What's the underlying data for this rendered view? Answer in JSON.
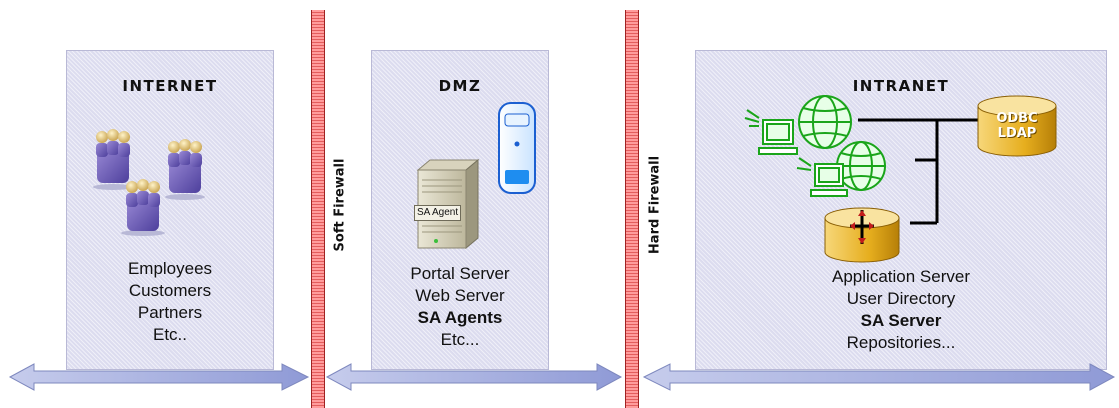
{
  "zones": {
    "internet": {
      "title": "INTERNET",
      "lines": [
        "Employees",
        "Customers",
        "Partners",
        "Etc.."
      ]
    },
    "dmz": {
      "title": "DMZ",
      "server_tag": "SA Agent",
      "lines": [
        "Portal Server",
        "Web Server",
        "SA Agents",
        "Etc..."
      ]
    },
    "intranet": {
      "title": "INTRANET",
      "database_label_1": "ODBC",
      "database_label_2": "LDAP",
      "lines": [
        "Application Server",
        "User Directory",
        "SA Server",
        "Repositories..."
      ]
    }
  },
  "firewalls": {
    "soft": "Soft Firewall",
    "hard": "Hard Firewall"
  },
  "colors": {
    "zone_fill": "#dcdcef",
    "firewall": "#e35d5d",
    "arrow": "#a9b3e0",
    "globe": "#22c022",
    "database": "#e6ae1e"
  },
  "icons": {
    "internet": "users-group-icon",
    "dmz": [
      "server-tower-icon",
      "mobile-device-icon"
    ],
    "intranet": [
      "globe-workstation-icon",
      "database-icon",
      "server-database-icon"
    ]
  }
}
